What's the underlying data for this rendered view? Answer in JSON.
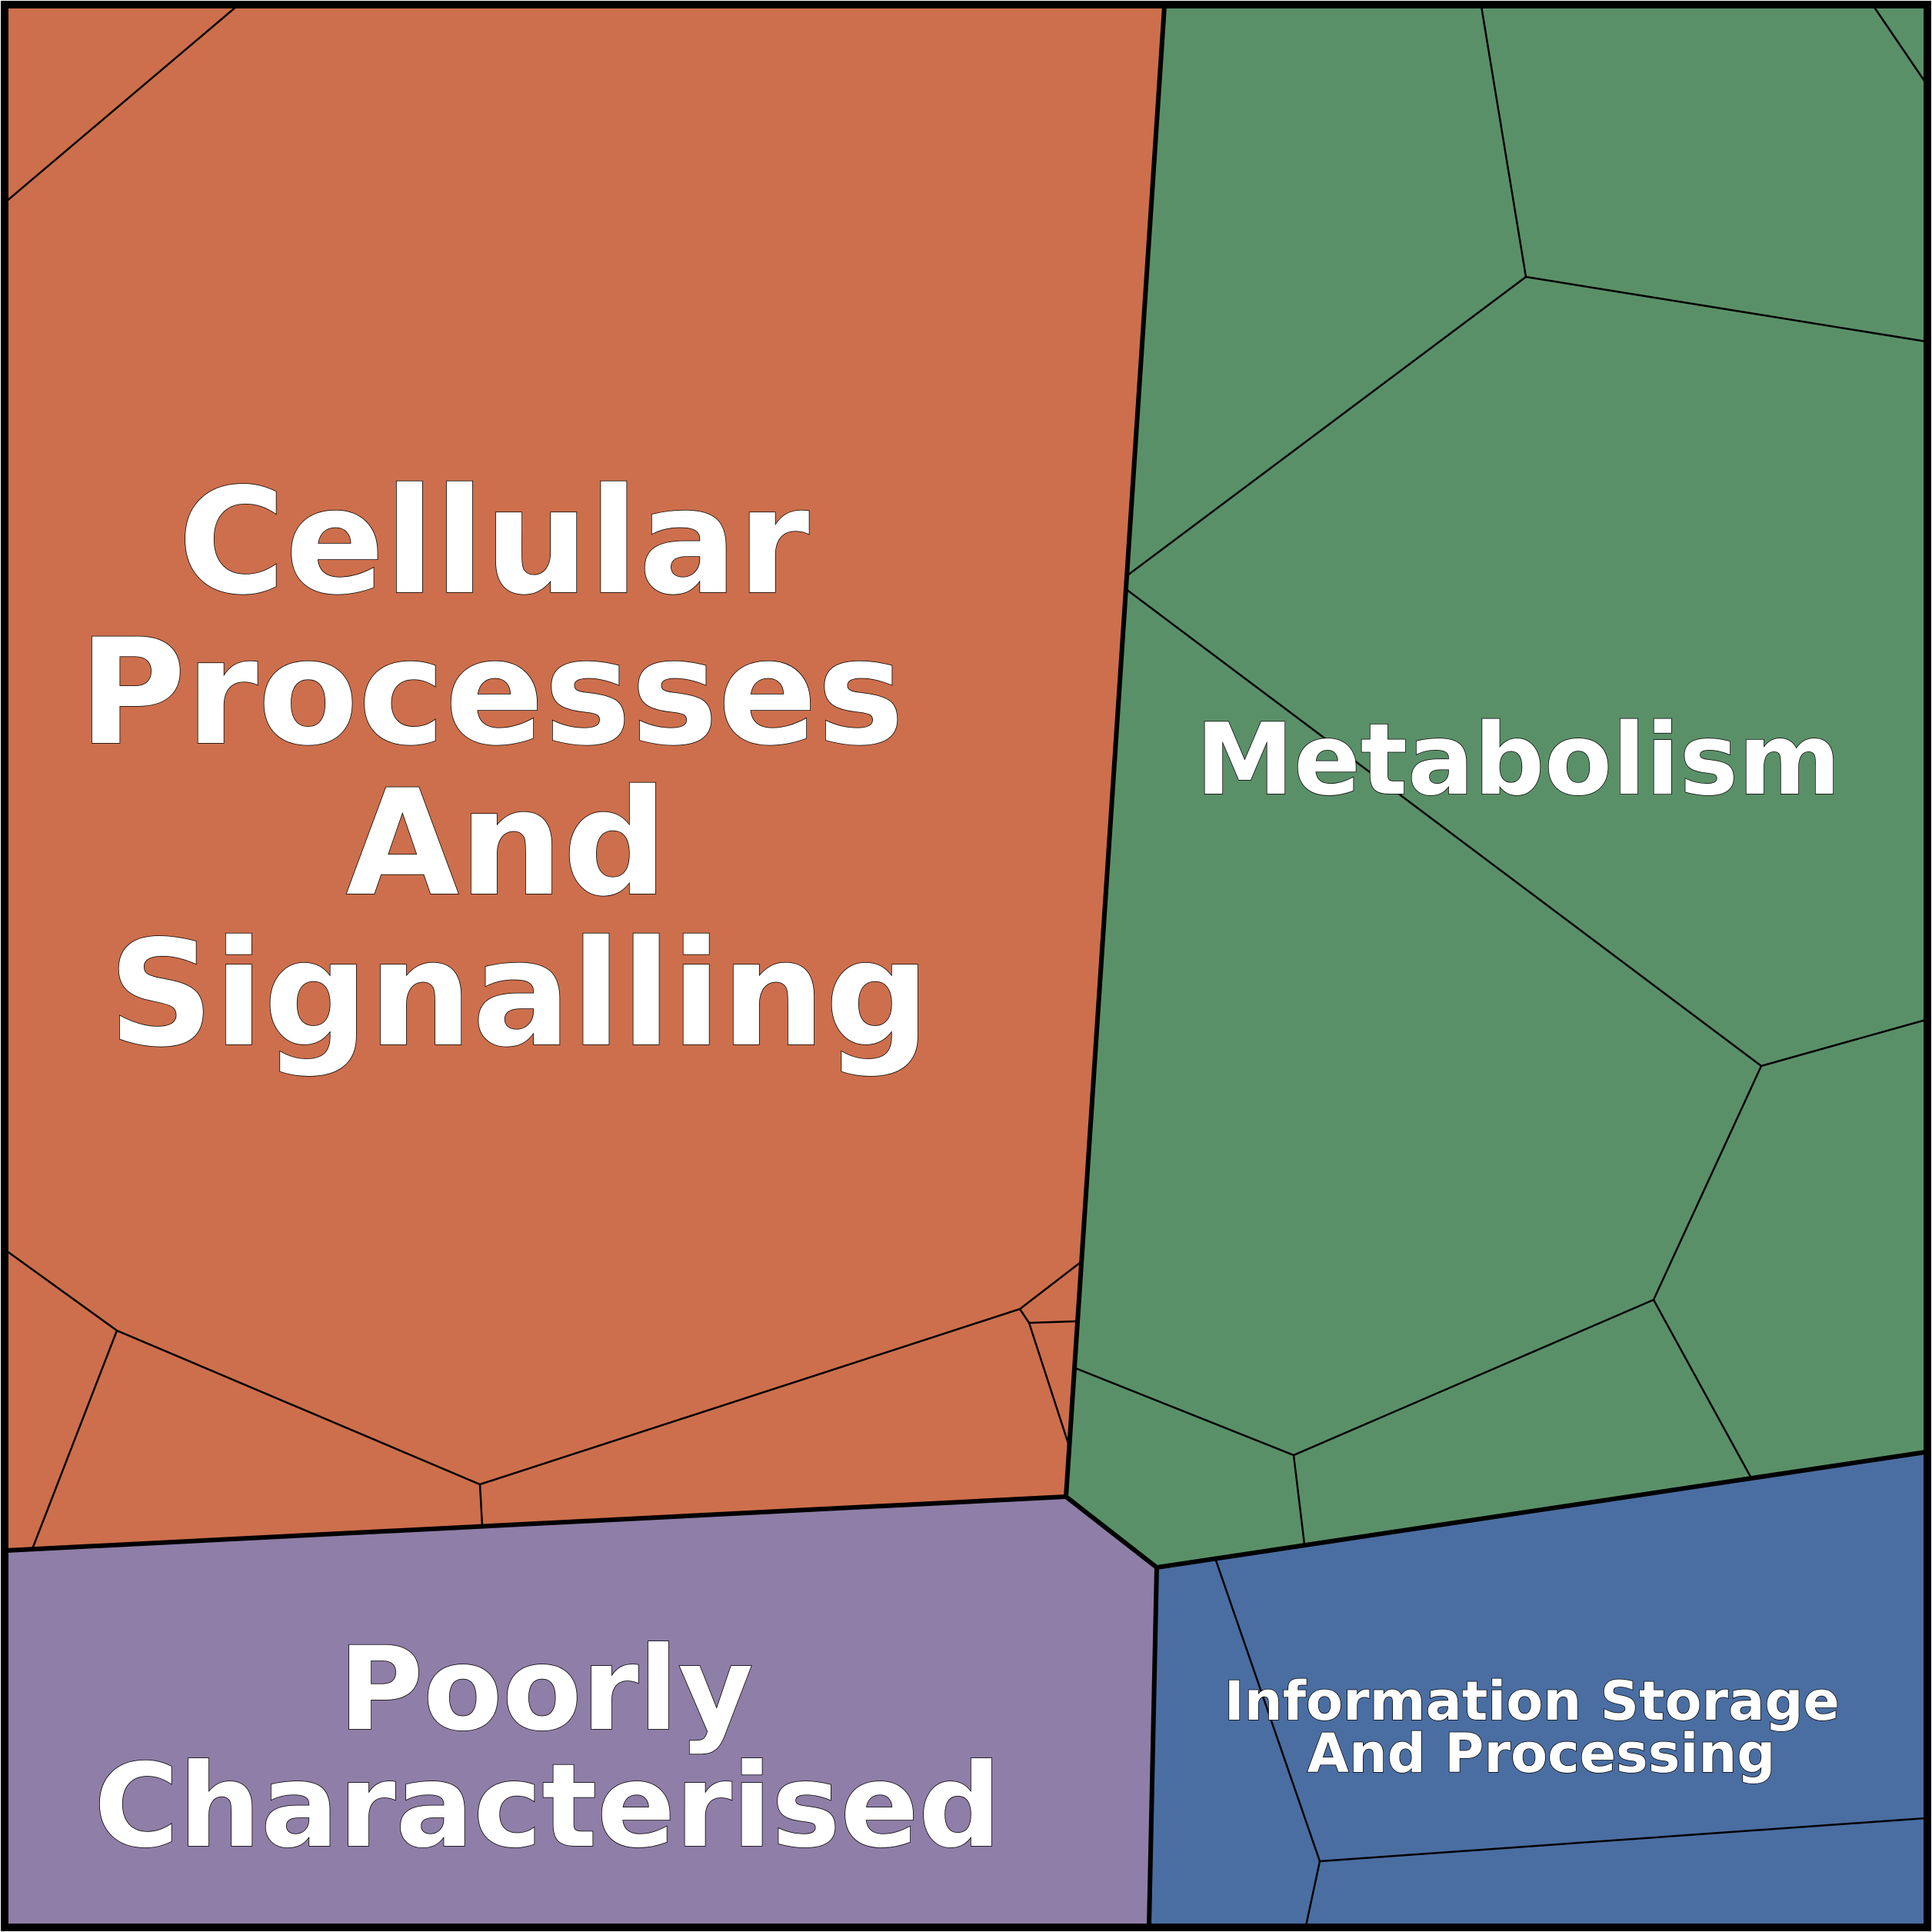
{
  "diagram": {
    "type": "voronoi-treemap",
    "colors": {
      "cellular": "#cd6f4c",
      "metabolism": "#5a9068",
      "poorly": "#8f7ea7",
      "information": "#4a6ea2",
      "border": "#000000",
      "text": "#ffffff"
    },
    "regions": [
      {
        "id": "cellular",
        "label_lines": [
          "Cellular",
          "Processes",
          "And",
          "Signalling"
        ]
      },
      {
        "id": "metabolism",
        "label_lines": [
          "Metabolism"
        ]
      },
      {
        "id": "poorly",
        "label_lines": [
          "Poorly",
          "Characterised"
        ]
      },
      {
        "id": "information",
        "label_lines": [
          "Information Storage",
          "And Processing"
        ]
      }
    ]
  }
}
